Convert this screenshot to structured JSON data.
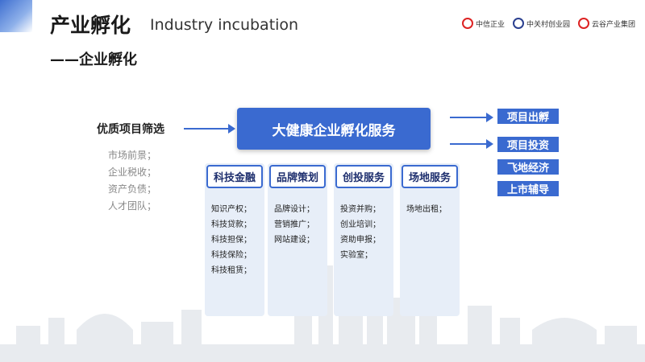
{
  "header": {
    "title": "产业孵化",
    "title_en": "Industry incubation",
    "subtitle": "——企业孵化"
  },
  "logos": [
    {
      "text": "中信正业"
    },
    {
      "text": "中关村创业园"
    },
    {
      "text": "云谷产业集团"
    }
  ],
  "left": {
    "label": "优质项目筛选",
    "criteria": [
      "市场前景；",
      "企业税收；",
      "资产负债；",
      "人才团队；"
    ]
  },
  "center": {
    "label": "大健康企业孵化服务"
  },
  "right_items": [
    "项目出孵",
    "项目投资",
    "飞地经济",
    "上市辅导"
  ],
  "columns": [
    {
      "title": "科技金融",
      "items": [
        "知识产权；",
        "科技贷款；",
        "科技担保；",
        "科技保险；",
        "科技租赁；"
      ]
    },
    {
      "title": "品牌策划",
      "items": [
        "品牌设计；",
        "营销推广；",
        "网站建设；"
      ]
    },
    {
      "title": "创投服务",
      "items": [
        "投资并购；",
        "创业培训；",
        "资助申报；",
        "实验室；"
      ]
    },
    {
      "title": "场地服务",
      "items": [
        "场地出租；"
      ]
    }
  ],
  "colors": {
    "accent": "#3a6ad0",
    "column_bg": "#e7eef8"
  }
}
